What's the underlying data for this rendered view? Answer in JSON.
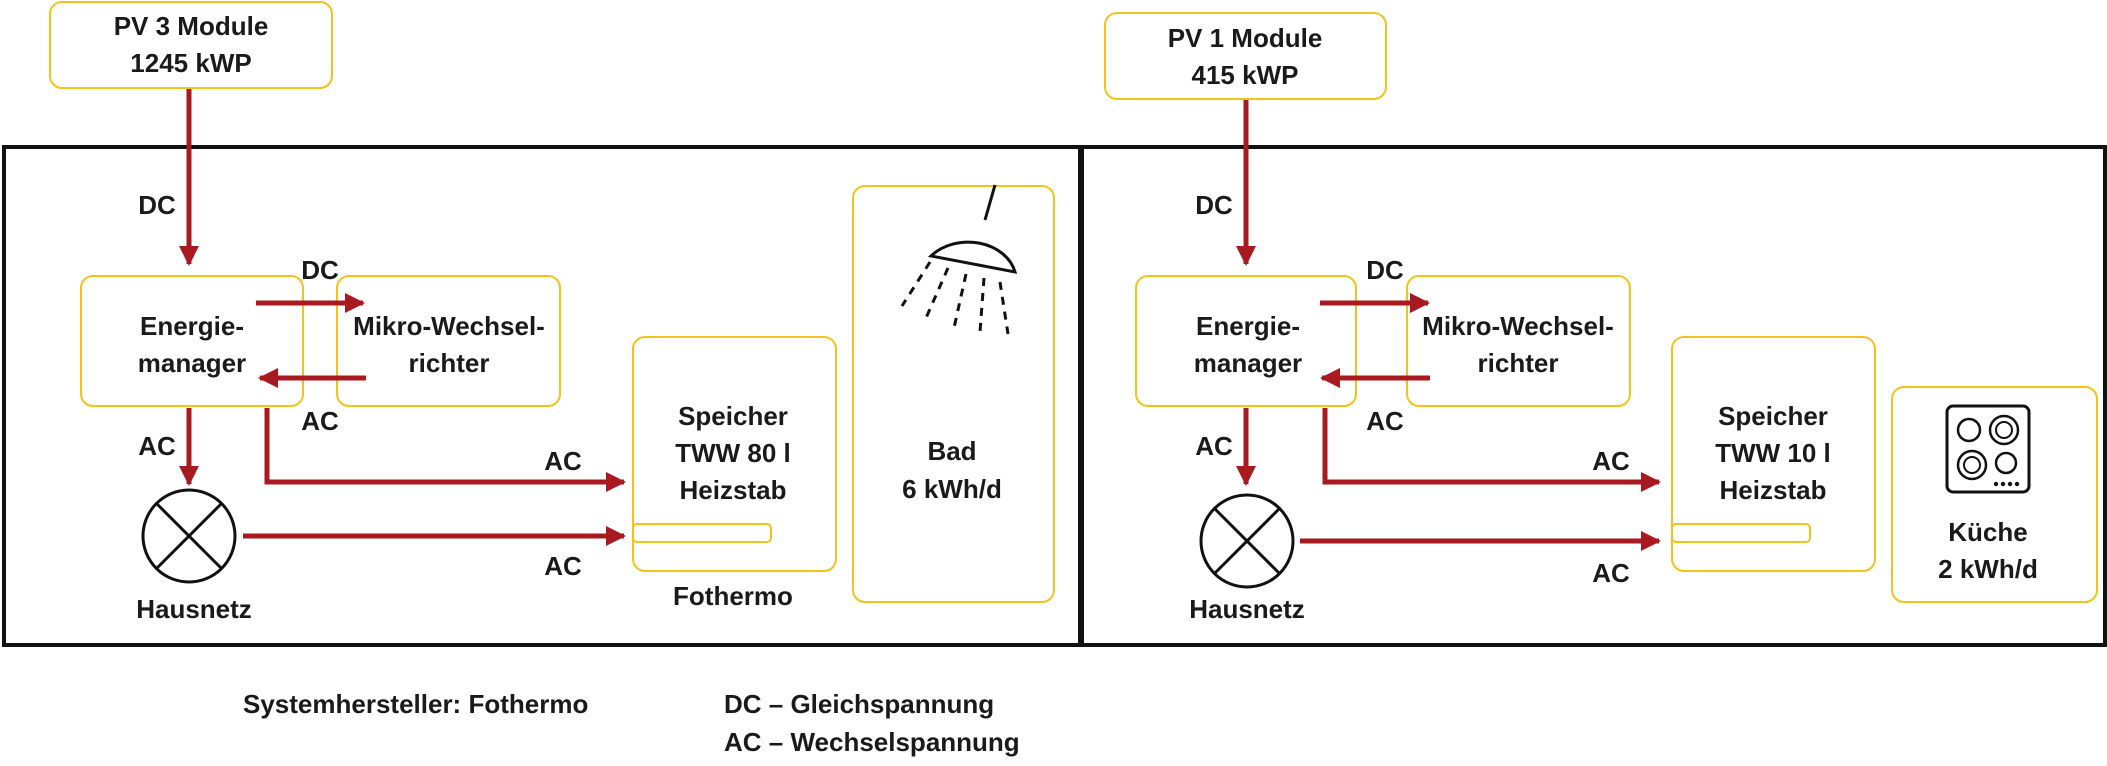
{
  "colors": {
    "box_border": "#f4c21c",
    "arrow": "#a81a1f",
    "frame": "#111111",
    "text": "#1a1a1a"
  },
  "left": {
    "pv_line1": "PV 3 Module",
    "pv_line2": "1245 kWP",
    "dc_in": "DC",
    "energy_line1": "Energie-",
    "energy_line2": "manager",
    "dc_out": "DC",
    "inverter_line1": "Mikro-Wechsel-",
    "inverter_line2": "richter",
    "ac_back": "AC",
    "ac_down": "AC",
    "ac_storage1": "AC",
    "ac_storage2": "AC",
    "grid_label": "Hausnetz",
    "storage_line1": "Speicher",
    "storage_line2": "TWW 80 l",
    "storage_line3": "Heizstab",
    "storage_caption": "Fothermo",
    "consumer_line1": "Bad",
    "consumer_line2": "6 kWh/d",
    "consumer_icon": "shower-icon"
  },
  "right": {
    "pv_line1": "PV 1 Module",
    "pv_line2": "415 kWP",
    "dc_in": "DC",
    "energy_line1": "Energie-",
    "energy_line2": "manager",
    "dc_out": "DC",
    "inverter_line1": "Mikro-Wechsel-",
    "inverter_line2": "richter",
    "ac_back": "AC",
    "ac_down": "AC",
    "ac_storage1": "AC",
    "ac_storage2": "AC",
    "grid_label": "Hausnetz",
    "storage_line1": "Speicher",
    "storage_line2": "TWW 10 l",
    "storage_line3": "Heizstab",
    "consumer_line1": "Küche",
    "consumer_line2": "2 kWh/d",
    "consumer_icon": "stove-icon"
  },
  "footer": {
    "manufacturer": "Systemhersteller: Fothermo",
    "legend_dc": "DC – Gleichspannung",
    "legend_ac": "AC – Wechselspannung"
  }
}
